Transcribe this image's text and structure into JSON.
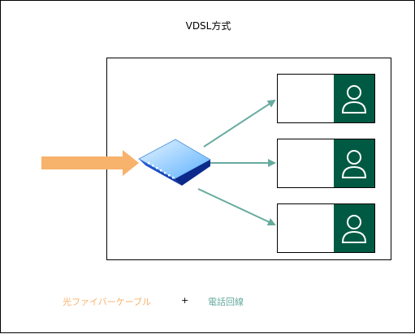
{
  "diagram": {
    "title": "VDSL方式",
    "legend": {
      "fiber_label": "光ファイバーケーブル",
      "plus_label": "+",
      "phone_label": "電話回線"
    },
    "colors": {
      "fiber": "#f7b26b",
      "phone_line": "#67ab9f",
      "user_tile": "#005a43",
      "device_top": "#a8d8ff",
      "device_side": "#1a4fd6",
      "port": "#ffffff"
    },
    "icons": {
      "device": "network-switch-icon",
      "user": "user-icon"
    },
    "users": [
      {
        "id": "user-1"
      },
      {
        "id": "user-2"
      },
      {
        "id": "user-3"
      }
    ]
  }
}
